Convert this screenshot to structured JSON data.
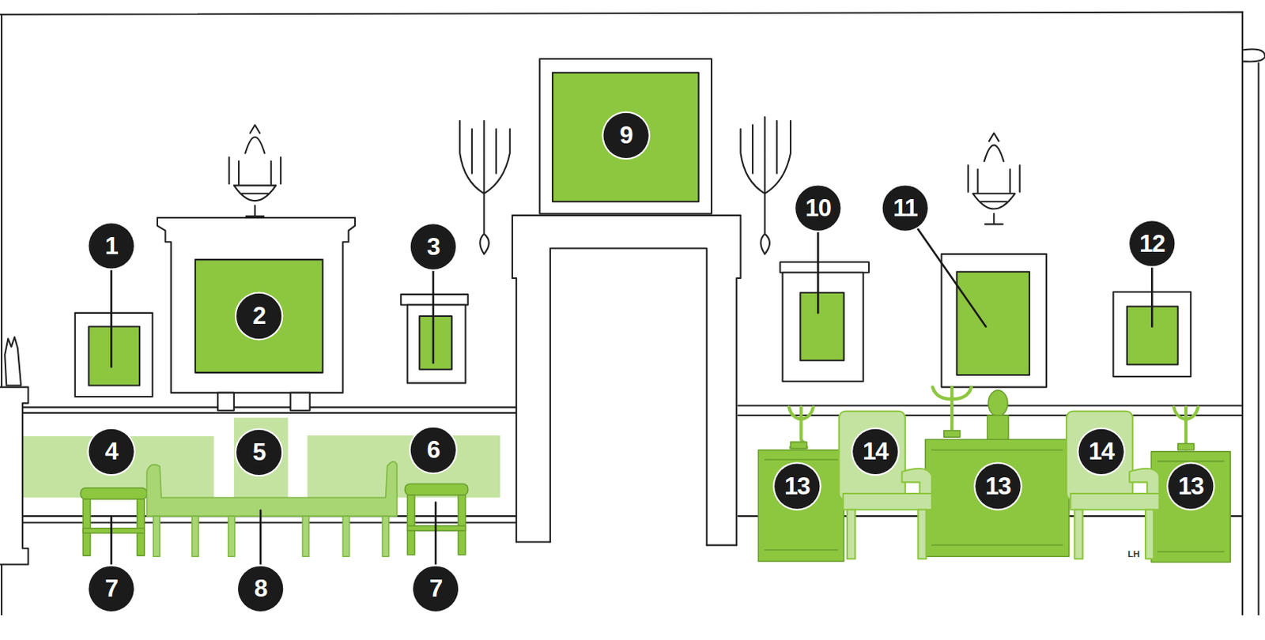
{
  "diagram": {
    "labels": [
      "1",
      "2",
      "3",
      "4",
      "5",
      "6",
      "7",
      "8",
      "7",
      "9",
      "10",
      "11",
      "12",
      "13",
      "14",
      "13",
      "14",
      "13",
      "LH"
    ]
  }
}
